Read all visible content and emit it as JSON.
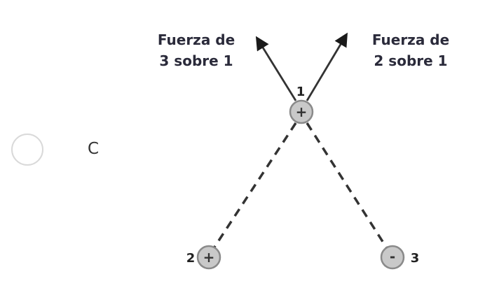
{
  "option": {
    "letter": "C"
  },
  "diagram": {
    "force_left": {
      "line1": "Fuerza de",
      "line2": "3 sobre 1"
    },
    "force_right": {
      "line1": "Fuerza de",
      "line2": "2 sobre 1"
    },
    "charges": [
      {
        "number": "1",
        "sign": "+"
      },
      {
        "number": "2",
        "sign": "+"
      },
      {
        "number": "3",
        "sign": "-"
      }
    ],
    "colors": {
      "charge_fill": "#c9c9c9",
      "charge_stroke": "#8a8a8a",
      "line": "#333333"
    }
  }
}
